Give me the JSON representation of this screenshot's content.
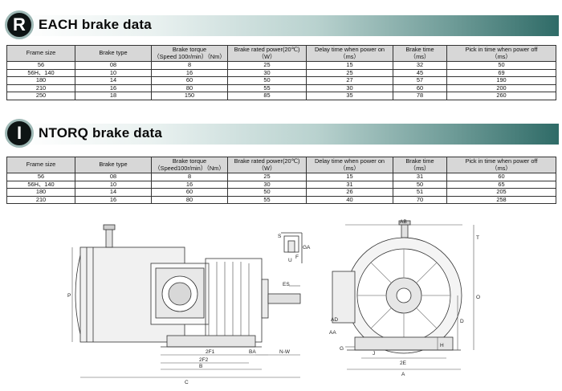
{
  "reach": {
    "badge_letter": "R",
    "title": "EACH brake data",
    "headers": [
      [
        "Frame size"
      ],
      [
        "Brake type"
      ],
      [
        "Brake torque",
        "（Speed 100r/min）（Nm）"
      ],
      [
        "Brake rated power(20℃)",
        "（W）"
      ],
      [
        "Delay time when power on",
        "（ms）"
      ],
      [
        "Brake time",
        "（ms）"
      ],
      [
        "Pick in time when power off",
        "（ms）"
      ]
    ],
    "rows": [
      [
        "56",
        "08",
        "8",
        "25",
        "15",
        "32",
        "50"
      ],
      [
        "56H、140",
        "10",
        "16",
        "30",
        "25",
        "45",
        "69"
      ],
      [
        "180",
        "14",
        "60",
        "50",
        "27",
        "57",
        "190"
      ],
      [
        "210",
        "16",
        "80",
        "55",
        "30",
        "60",
        "200"
      ],
      [
        "250",
        "18",
        "150",
        "85",
        "35",
        "78",
        "260"
      ]
    ]
  },
  "intorq": {
    "badge_letter": "I",
    "title": "NTORQ brake data",
    "headers": [
      [
        "Frame size"
      ],
      [
        "Brake type"
      ],
      [
        "Brake torque",
        "（Speed100r/min）（Nm）"
      ],
      [
        "Brake rated power(20℃)",
        "（W）"
      ],
      [
        "Delay time when power on",
        "（ms）"
      ],
      [
        "Brake time",
        "（ms）"
      ],
      [
        "Pick in time when power off",
        "（ms）"
      ]
    ],
    "rows": [
      [
        "56",
        "08",
        "8",
        "25",
        "15",
        "31",
        "60"
      ],
      [
        "56H、140",
        "10",
        "16",
        "30",
        "31",
        "50",
        "65"
      ],
      [
        "180",
        "14",
        "60",
        "50",
        "26",
        "51",
        "205"
      ],
      [
        "210",
        "16",
        "80",
        "55",
        "40",
        "70",
        "258"
      ]
    ]
  },
  "dimension_labels": {
    "side": {
      "P": "P",
      "ES": "ES",
      "S": "S",
      "GA": "GA",
      "U": "U",
      "F": "F",
      "F1": "2F1",
      "BA": "BA",
      "NW": "N-W",
      "F2": "2F2",
      "B": "B",
      "C": "C"
    },
    "front": {
      "AB": "AB",
      "T": "T",
      "O": "O",
      "D": "D",
      "AD": "AD",
      "AA": "AA",
      "G": "G",
      "J": "J",
      "H": "H",
      "E": "2E",
      "A": "A"
    }
  }
}
